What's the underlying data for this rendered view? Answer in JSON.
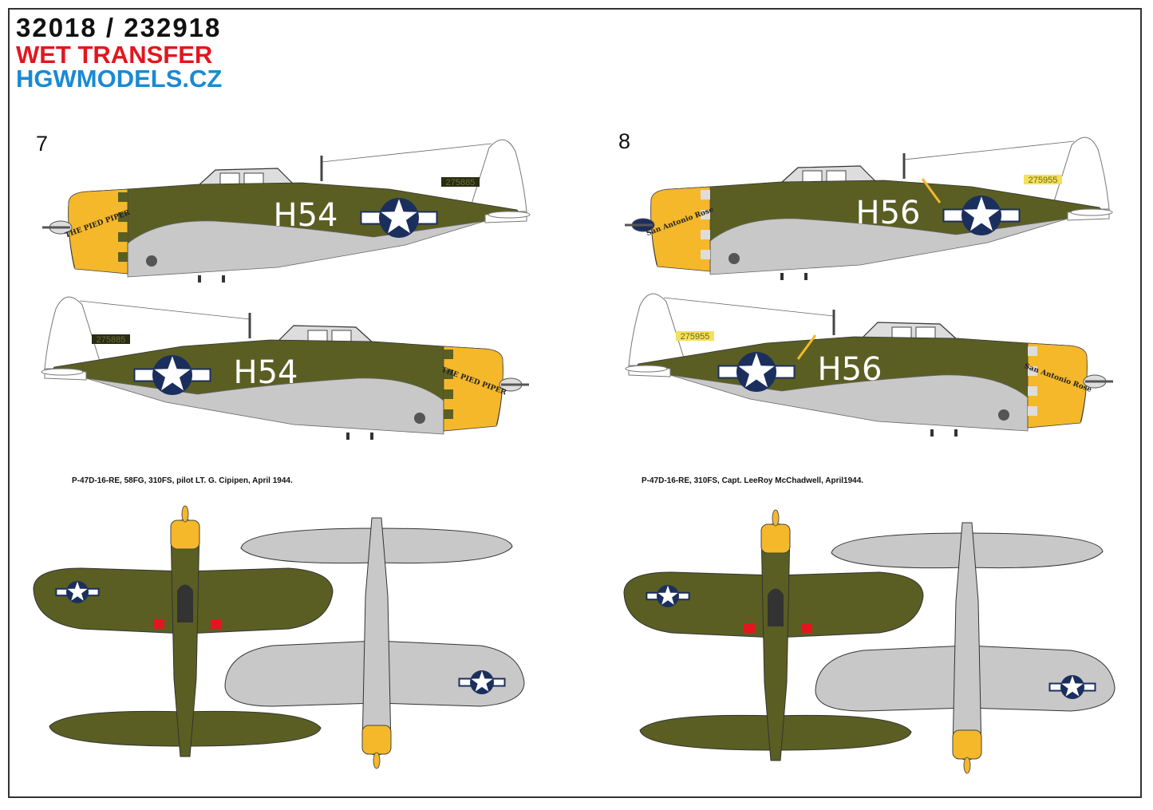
{
  "header": {
    "product_codes": "32018 / 232918",
    "transfer_type": "WET TRANSFER",
    "website": "HGWMODELS.CZ"
  },
  "colors": {
    "olive_drab": "#5a5e23",
    "neutral_grey": "#c8c8c8",
    "yellow": "#f5b82a",
    "insignia_blue": "#1b2f5e",
    "brand_red": "#e3161f",
    "brand_blue": "#1a8ad4"
  },
  "profiles": [
    {
      "number": "7",
      "code": "H54",
      "serial": "275885",
      "nose_art": "THE PIED PIPER",
      "caption": "P-47D-16-RE, 58FG, 310FS, pilot LT. G. Cipipen, April 1944.",
      "serial_color": "#2a2d12",
      "serial_text_color": "#6b7035",
      "fin_stripe": false
    },
    {
      "number": "8",
      "code": "H56",
      "serial": "275955",
      "nose_art": "San Antonio Rose",
      "caption": "P-47D-16-RE, 310FS, Capt. LeeRoy  McChadwell, April1944.",
      "serial_color": "#f5e05a",
      "serial_text_color": "#6b6a1a",
      "fin_stripe": true
    }
  ]
}
